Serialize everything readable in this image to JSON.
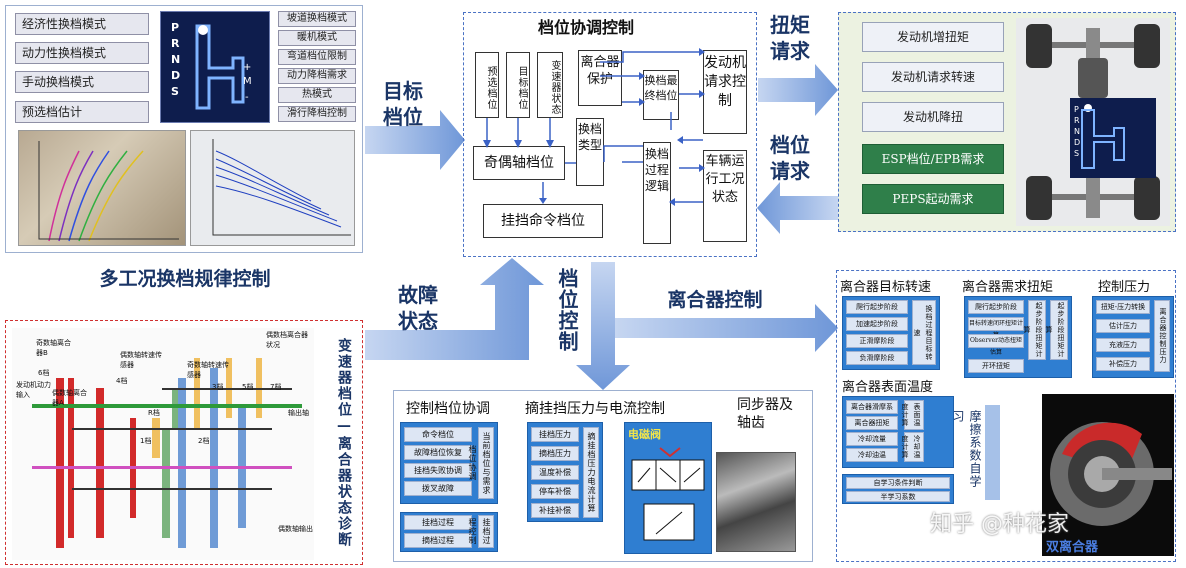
{
  "left_top": {
    "modes_left": [
      "经济性换档模式",
      "动力性换档模式",
      "手动换档模式",
      "预选档估计"
    ],
    "modes_right": [
      "坡道换档模式",
      "暖机模式",
      "弯道档位限制",
      "动力降档需求",
      "热模式",
      "滑行降档控制"
    ],
    "gear_letters": [
      "P",
      "R",
      "N",
      "D",
      "S"
    ],
    "gear_plus": "+",
    "gear_m": "M",
    "gear_minus": "-",
    "caption": "多工况换档规律控制"
  },
  "arrows": {
    "target_gear": "目标档位",
    "torque_request": "扭矩请求",
    "gear_request": "档位请求",
    "fault_state": "故障状态",
    "gear_control": "档位控制",
    "clutch_control": "离合器控制"
  },
  "center": {
    "title": "档位协调控制",
    "preselect": "预选档位",
    "target": "目标档位",
    "trans_state": "变速器状态",
    "clutch_protect": "离合器保护",
    "final_gear": "换档最终档位",
    "engine_req": "发动机请求控制",
    "odd_even": "奇偶轴档位",
    "shift_type": "换档类型",
    "shift_logic": "换档过程逻辑",
    "vehicle_state": "车辆运行工况状态",
    "engage_cmd": "挂挡命令档位"
  },
  "right_top": {
    "items": [
      "发动机增扭矩",
      "发动机请求转速",
      "发动机降扭",
      "ESP档位/EPB需求",
      "PEPS起动需求"
    ],
    "gear_letters": [
      "P",
      "R",
      "N",
      "D",
      "S"
    ]
  },
  "diag": {
    "title": "变速器档位—离合器状态诊断",
    "labels": [
      "奇数轴离合器B",
      "偶数轴离合器A",
      "发动机动力输入",
      "偶数轴转速传感器",
      "奇数轴转速传感器",
      "偶数档离合器状况",
      "输出轴",
      "偶数轴输出",
      "6档",
      "4档",
      "1档",
      "2档",
      "3档",
      "5档",
      "7档",
      "R档"
    ]
  },
  "bottom": {
    "title1": "控制档位协调",
    "title2": "摘挂挡压力与电流控制",
    "title3": "同步器及轴齿",
    "valve": "电磁阀",
    "c1_items": [
      "命令档位",
      "故障档位恢复",
      "挂档失败协调",
      "拨叉故障"
    ],
    "c1_side": "当前档位与需求档位协调",
    "c1_items2": [
      "挂档过程",
      "摘档过程"
    ],
    "c1_side2": "挂档过程控制",
    "c2_items": [
      "挂档压力",
      "摘档压力",
      "温度补偿",
      "停车补偿",
      "补挂补偿"
    ],
    "c2_side": "摘挂档压力电流计算"
  },
  "clutch": {
    "title1": "离合器目标转速",
    "title2": "离合器需求扭矩",
    "title3": "控制压力",
    "title4": "离合器表面温度",
    "c1_items": [
      "爬行起步阶段",
      "加速起步阶段",
      "正滑摩阶段",
      "负滑摩阶段"
    ],
    "c1_side": "换档过程目标转速",
    "c2_items": [
      "爬行起步阶段",
      "目标转速闭环扭矩计算",
      "Observer动态扭矩估算",
      "开环扭矩"
    ],
    "c2_side1": "起步阶段扭矩计算",
    "c2_side2": "起步阶段扭矩计算",
    "c3_items": [
      "扭矩-压力转换",
      "估计压力",
      "充液压力",
      "补偿压力"
    ],
    "c3_side": "离合器控制压力",
    "c4_items": [
      "离合器滑摩系",
      "离合器扭矩",
      "冷却流量",
      "冷却油温"
    ],
    "c4_side1": "表面温度计算",
    "c4_side2": "冷却温度计算",
    "c4_bottom": [
      "自学习条件判断",
      "半学习系数"
    ],
    "self_learn": "摩擦系数自学习",
    "double_clutch": "双离合器",
    "watermark": "知乎 @种花家"
  },
  "colors": {
    "accent": "#2f7ed1",
    "dark_text": "#1a3566",
    "green": "#2f7f4a",
    "navy": "#0e1d4d"
  }
}
